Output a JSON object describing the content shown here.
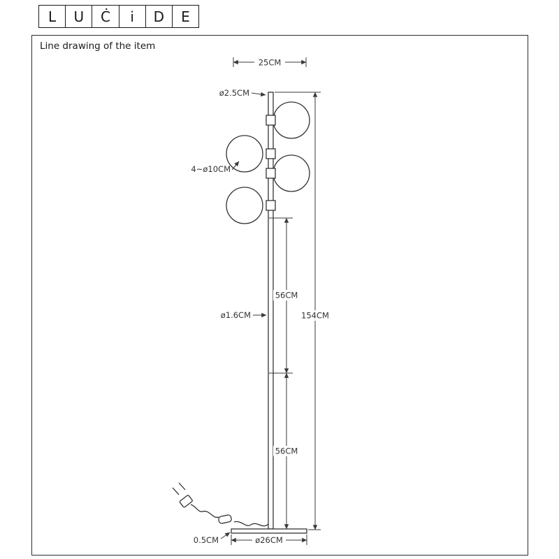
{
  "logo": {
    "letters": [
      "L",
      "U",
      "Ċ",
      "i",
      "D",
      "E"
    ]
  },
  "panel": {
    "title": "Line drawing of the item"
  },
  "dimensions": {
    "top_width": "25CM",
    "tube_top_diameter": "ø2.5CM",
    "shade_diameter": "4~ø10CM",
    "upper_section_height": "56CM",
    "total_height": "154CM",
    "tube_diameter": "ø1.6CM",
    "lower_section_height": "56CM",
    "base_thickness": "0.5CM",
    "base_diameter": "ø26CM"
  }
}
